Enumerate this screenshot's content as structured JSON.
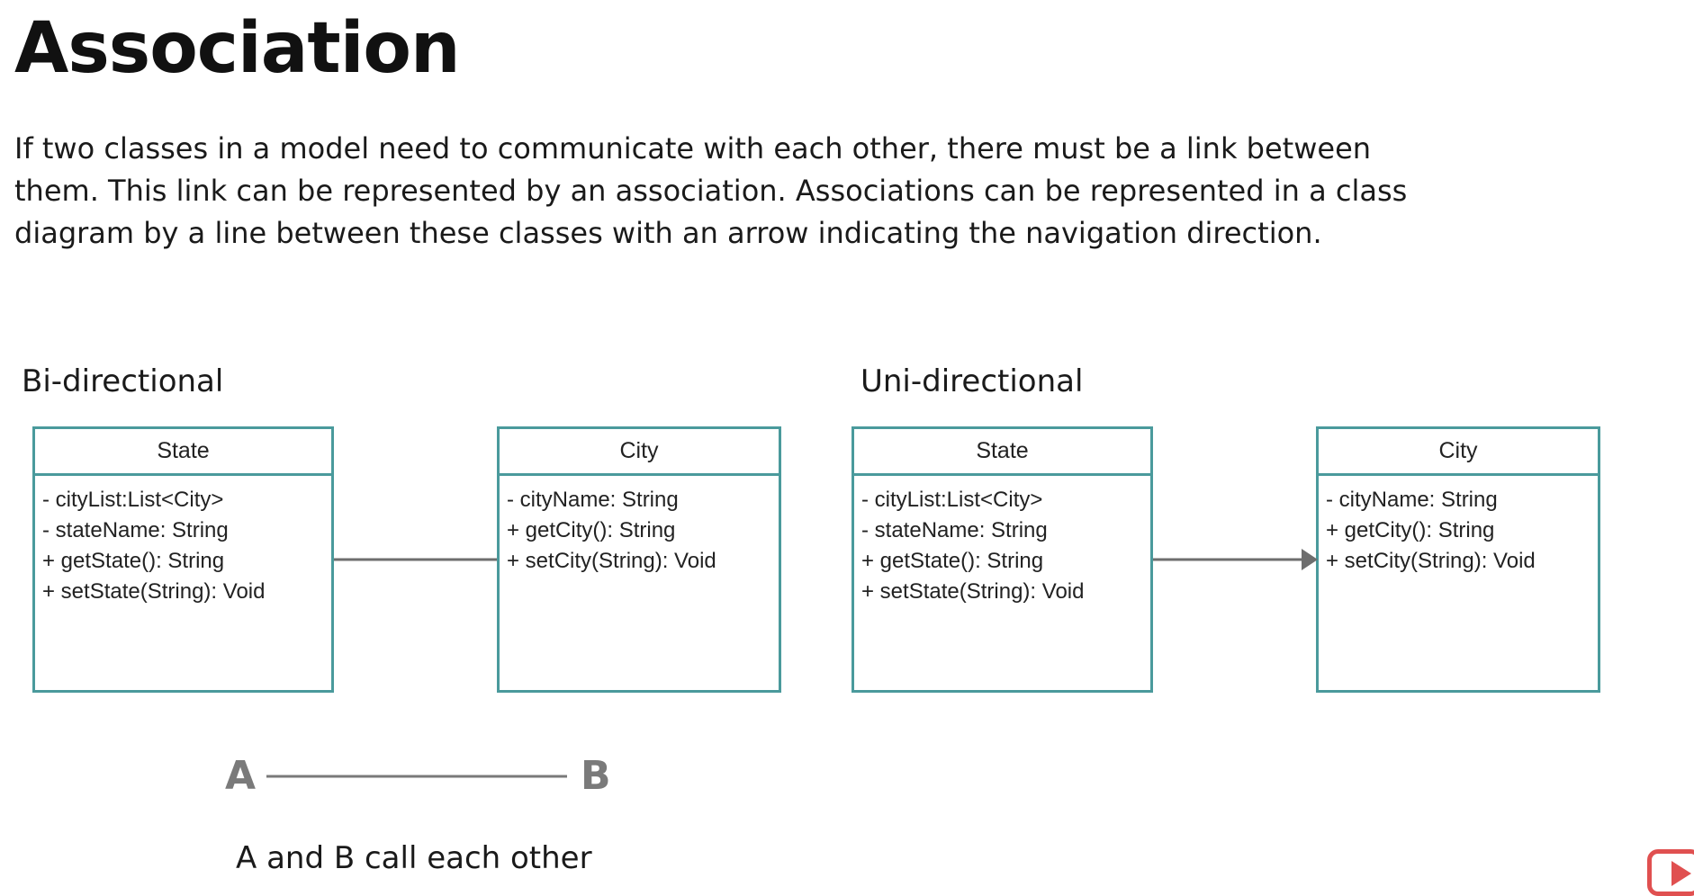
{
  "slide": {
    "title": "Association",
    "intro_lines": [
      "If two classes in a model need to communicate with each other, there must be a link between",
      "them. This link can be represented by an association. Associations can be represented in a class",
      "diagram by a line between these classes with an arrow indicating the navigation direction."
    ]
  },
  "bidirectional": {
    "label": "Bi-directional",
    "state": {
      "name": "State",
      "members": [
        "- cityList:List<City>",
        "- stateName: String",
        "+ getState(): String",
        "+ setState(String): Void"
      ]
    },
    "city": {
      "name": "City",
      "members": [
        "- cityName: String",
        "+ getCity(): String",
        "+ setCity(String): Void"
      ]
    }
  },
  "unidirectional": {
    "label": "Uni-directional",
    "state": {
      "name": "State",
      "members": [
        "- cityList:List<City>",
        "- stateName: String",
        "+ getState(): String",
        "+ setState(String): Void"
      ]
    },
    "city": {
      "name": "City",
      "members": [
        "- cityName: String",
        "+ getCity(): String",
        "+ setCity(String): Void"
      ]
    }
  },
  "ab_example": {
    "a": "A",
    "b": "B",
    "caption": "A and B call each other"
  },
  "colors": {
    "box_border": "#4a9a9c",
    "connector": "#6e6e6e",
    "ab_letters": "#7a7a7a",
    "play_icon": "#e05050"
  },
  "icons": {
    "corner": "play-icon"
  }
}
